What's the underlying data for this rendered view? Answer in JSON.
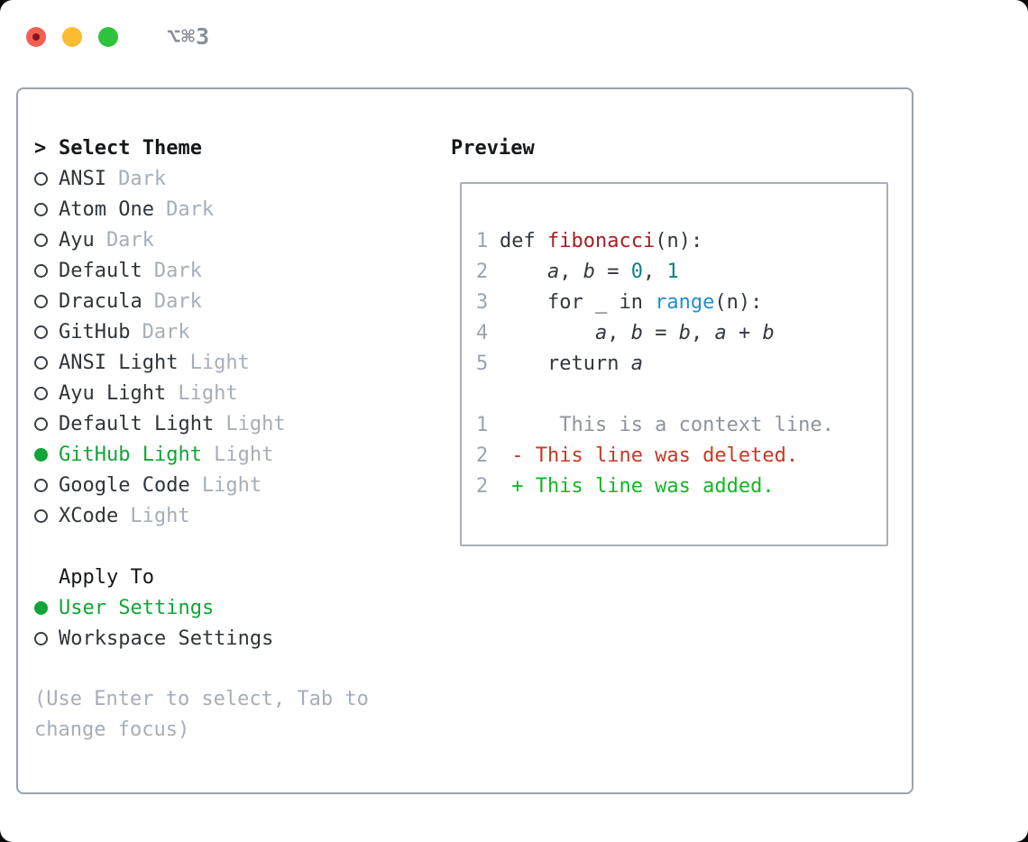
{
  "window": {
    "shortcut": "⌥⌘3",
    "traffic_lights": [
      {
        "name": "close"
      },
      {
        "name": "minimize"
      },
      {
        "name": "zoom"
      }
    ]
  },
  "theme_panel": {
    "header_prefix": ">",
    "header": "Select Theme",
    "items": [
      {
        "name": "ANSI",
        "variant": "Dark",
        "selected": false
      },
      {
        "name": "Atom One",
        "variant": "Dark",
        "selected": false
      },
      {
        "name": "Ayu",
        "variant": "Dark",
        "selected": false
      },
      {
        "name": "Default",
        "variant": "Dark",
        "selected": false
      },
      {
        "name": "Dracula",
        "variant": "Dark",
        "selected": false
      },
      {
        "name": "GitHub",
        "variant": "Dark",
        "selected": false
      },
      {
        "name": "ANSI Light",
        "variant": "Light",
        "selected": false
      },
      {
        "name": "Ayu Light",
        "variant": "Light",
        "selected": false
      },
      {
        "name": "Default Light",
        "variant": "Light",
        "selected": false
      },
      {
        "name": "GitHub Light",
        "variant": "Light",
        "selected": true
      },
      {
        "name": "Google Code",
        "variant": "Light",
        "selected": false
      },
      {
        "name": "XCode",
        "variant": "Light",
        "selected": false
      }
    ]
  },
  "apply_panel": {
    "header": "Apply To",
    "options": [
      {
        "label": "User Settings",
        "selected": true
      },
      {
        "label": "Workspace Settings",
        "selected": false
      }
    ]
  },
  "hint": "(Use Enter to select, Tab to change focus)",
  "preview": {
    "header": "Preview",
    "lines": [
      {
        "no": "1",
        "tokens": [
          {
            "t": "def ",
            "c": "pl"
          },
          {
            "t": "fibonacci",
            "c": "fn"
          },
          {
            "t": "(n):",
            "c": "pl"
          }
        ]
      },
      {
        "no": "2",
        "tokens": [
          {
            "t": "    ",
            "c": "pl"
          },
          {
            "t": "a",
            "c": "var"
          },
          {
            "t": ", ",
            "c": "pl"
          },
          {
            "t": "b",
            "c": "var"
          },
          {
            "t": " = ",
            "c": "pl"
          },
          {
            "t": "0",
            "c": "num"
          },
          {
            "t": ", ",
            "c": "pl"
          },
          {
            "t": "1",
            "c": "num"
          }
        ]
      },
      {
        "no": "3",
        "tokens": [
          {
            "t": "    for _ in ",
            "c": "pl"
          },
          {
            "t": "range",
            "c": "bi"
          },
          {
            "t": "(n):",
            "c": "pl"
          }
        ]
      },
      {
        "no": "4",
        "tokens": [
          {
            "t": "        ",
            "c": "pl"
          },
          {
            "t": "a",
            "c": "var"
          },
          {
            "t": ", ",
            "c": "pl"
          },
          {
            "t": "b",
            "c": "var"
          },
          {
            "t": " = ",
            "c": "pl"
          },
          {
            "t": "b",
            "c": "var"
          },
          {
            "t": ", ",
            "c": "pl"
          },
          {
            "t": "a",
            "c": "var"
          },
          {
            "t": " + ",
            "c": "pl"
          },
          {
            "t": "b",
            "c": "var"
          }
        ]
      },
      {
        "no": "5",
        "tokens": [
          {
            "t": "    return ",
            "c": "pl"
          },
          {
            "t": "a",
            "c": "var"
          }
        ]
      },
      {
        "no": "",
        "tokens": []
      },
      {
        "no": "1",
        "tokens": [
          {
            "t": "     This is a context line.",
            "c": "ctx"
          }
        ]
      },
      {
        "no": "2",
        "tokens": [
          {
            "t": " - This line was deleted.",
            "c": "del"
          }
        ]
      },
      {
        "no": "2",
        "tokens": [
          {
            "t": " + This line was added.",
            "c": "add"
          }
        ]
      }
    ]
  },
  "colors": {
    "accent-green": "#10a538",
    "panel-border": "#9aa2ac",
    "preview-border": "#aab0b8",
    "text-dark": "#2f353a",
    "header-black": "#15181a",
    "muted": "#a6aeb8",
    "line-number": "#9aa4b1",
    "code-plain": "#32383e",
    "code-function": "#a51f23",
    "code-number": "#0e7f88",
    "code-builtin": "#2090cf",
    "diff-context": "#8d949c",
    "diff-deleted": "#ca3823",
    "diff-added": "#13b722",
    "traffic-red": "#f35e54",
    "traffic-red-inner": "#7e1915",
    "traffic-yellow": "#fcbc2f",
    "traffic-green": "#2fc33d",
    "shortcut-gray": "#8b9096"
  }
}
